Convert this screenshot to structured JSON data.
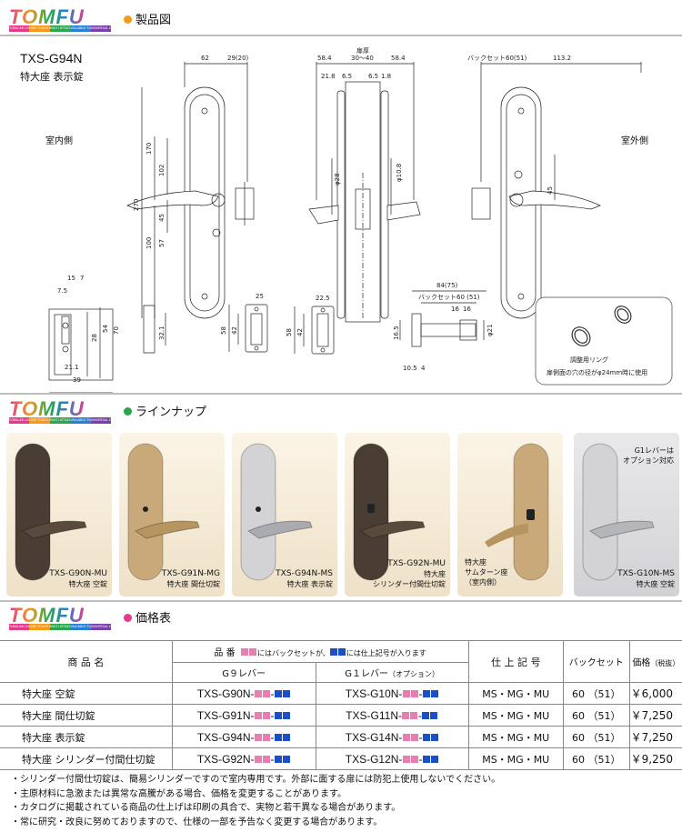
{
  "brand": {
    "logo_text": "TOMFU",
    "logo_sub": [
      "TUBULAR LOCK",
      "ONE TOUCH LEVER",
      "MULTI ATTACHMENT",
      "VALUABLE FUNCTION",
      "UNIVERSAL DESIGN"
    ],
    "logo_colors": [
      "#e23b8c",
      "#f39a1e",
      "#28a84a",
      "#2a7fd0",
      "#7a3fa8"
    ]
  },
  "section1": {
    "title": "製品図",
    "dot_color": "#f39a1e",
    "model": "TXS-G94N",
    "subtitle": "特大座  表示錠",
    "label_inside": "室内側",
    "label_outside": "室外側",
    "dim_labels": {
      "d62": "62",
      "d29": "29(20)",
      "door_thick": "扉厚",
      "d58a": "58.4",
      "d30_40": "30～40",
      "d58b": "58.4",
      "d21_8": "21.8",
      "d6_5a": "6.5",
      "d6_5b": "6.5",
      "d1_8": "1.8",
      "backset": "バックセット60(51)",
      "d113": "113.2",
      "d270": "270",
      "d170": "170",
      "d102": "102",
      "d45": "45",
      "d57": "57",
      "d100": "100",
      "phi28": "φ28",
      "phi10": "φ10.8",
      "d45b": "45",
      "d15": "15",
      "d7": "7",
      "d7_5": "7.5",
      "d28": "28",
      "d54": "54",
      "d70": "70",
      "d21_1": "21.1",
      "d39": "39",
      "d32_1": "32.1",
      "d25": "25",
      "d58c": "58",
      "d42a": "42",
      "d22_5": "22.5",
      "d58d": "58",
      "d42b": "42",
      "d84": "84(75)",
      "backset2": "バックセット60 (51)",
      "d16a": "16",
      "d16b": "16",
      "d16_5": "16.5",
      "phi21": "φ21",
      "d10_5": "10.5",
      "d4": "4"
    },
    "ring_title": "調整用リング",
    "ring_note": "扉側面の穴の径がφ24mm時に使用"
  },
  "section2": {
    "title": "ラインナップ",
    "dot_color": "#28a84a",
    "cards": [
      {
        "model": "TXS-G90N-MU",
        "desc": "特大座  空錠",
        "plate": "#4a3d33",
        "lever": "#5a4a3e",
        "bg": "#f4ead8"
      },
      {
        "model": "TXS-G91N-MG",
        "desc": "特大座  間仕切錠",
        "plate": "#c9a979",
        "lever": "#b79560",
        "bg": "#f4ead8"
      },
      {
        "model": "TXS-G94N-MS",
        "desc": "特大座  表示錠",
        "plate": "#d3d3d6",
        "lever": "#a9abb0",
        "bg": "#f4ead8"
      },
      {
        "model": "TXS-G92N-MU",
        "desc": "特大座",
        "desc2": "シリンダー付間仕切錠",
        "plate": "#4a3d33",
        "lever": "#5a4a3e",
        "bg": "#f4ead8"
      },
      {
        "model": "",
        "desc": "特大座",
        "desc2": "サムターン座",
        "desc3": "（室内側）",
        "plate": "#c9a979",
        "lever": "#b79560",
        "bg": "#f4ead8"
      },
      {
        "model": "TXS-G10N-MS",
        "desc": "特大座  空錠",
        "plate": "#d3d3d6",
        "lever": "#b4b6ba",
        "bg": "#dcdcde",
        "note": "G1レバーは",
        "note2": "オプション対応"
      }
    ]
  },
  "section3": {
    "title": "価格表",
    "dot_color": "#e23b8c",
    "col_name": "商 品 名",
    "col_hinban": "品 番",
    "hinban_note_a": "にはバックセットが、",
    "hinban_note_b": "には仕上記号が入ります",
    "col_g9": "G９レバー",
    "col_g1": "G１レバー",
    "col_g1_opt": "（オプション）",
    "col_finish": "仕 上 記 号",
    "col_backset": "バックセット",
    "col_price": "価格",
    "col_tax": "（税抜）",
    "rows": [
      {
        "name": "特大座  空錠",
        "g9": "TXS-G90N-",
        "g1": "TXS-G10N-",
        "finish": "MS・MG・MU",
        "backset": "60 （51）",
        "price": "￥6,000"
      },
      {
        "name": "特大座  間仕切錠",
        "g9": "TXS-G91N-",
        "g1": "TXS-G11N-",
        "finish": "MS・MG・MU",
        "backset": "60 （51）",
        "price": "￥7,250"
      },
      {
        "name": "特大座  表示錠",
        "g9": "TXS-G94N-",
        "g1": "TXS-G14N-",
        "finish": "MS・MG・MU",
        "backset": "60 （51）",
        "price": "￥7,250"
      },
      {
        "name": "特大座  シリンダー付間仕切錠",
        "g9": "TXS-G92N-",
        "g1": "TXS-G12N-",
        "finish": "MS・MG・MU",
        "backset": "60 （51）",
        "price": "￥9,250"
      }
    ]
  },
  "notes": [
    "・シリンダー付間仕切錠は、簡易シリンダーですので室内専用です。外部に面する扉には防犯上使用しないでください。",
    "・主原材料に急激または異常な高騰がある場合、価格を変更することがあります。",
    "・カタログに掲載されている商品の仕上げは印刷の具合で、実物と若干異なる場合があります。",
    "・常に研究・改良に努めておりますので、仕様の一部を予告なく変更する場合があります。"
  ]
}
